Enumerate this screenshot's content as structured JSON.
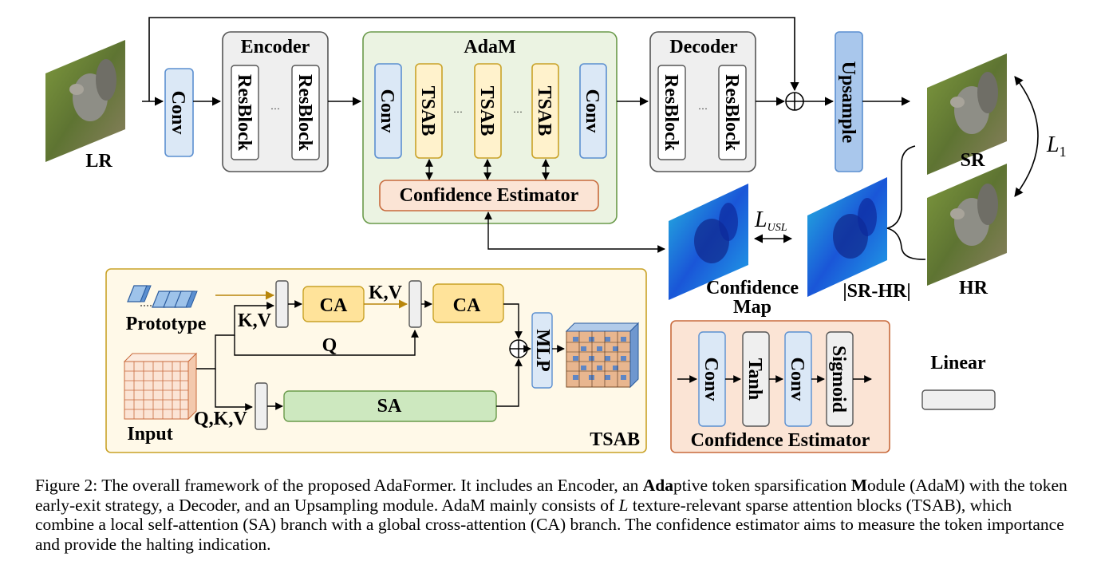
{
  "labels": {
    "lr": "LR",
    "sr": "SR",
    "hr": "HR",
    "l1": "L",
    "l1_sub": "1",
    "lusl": "L",
    "lusl_sub": "USL",
    "encoder": "Encoder",
    "adam": "AdaM",
    "decoder": "Decoder",
    "conv": "Conv",
    "resblock": "ResBlock",
    "tsab": "TSAB",
    "upsample": "Upsample",
    "dots": "···",
    "confidence_estimator": "Confidence Estimator",
    "confidence_map_line1": "Confidence",
    "confidence_map_line2": "Map",
    "sr_hr": "|SR-HR|",
    "prototype": "Prototype",
    "input": "Input",
    "kv": "K,V",
    "q": "Q",
    "qkv": "Q,K,V",
    "ca": "CA",
    "sa": "SA",
    "mlp": "MLP",
    "tsab_title": "TSAB",
    "tanh": "Tanh",
    "sigmoid": "Sigmoid",
    "linear": "Linear"
  },
  "caption": {
    "figure_label": "Figure 2:",
    "p1": " The overall framework of the proposed AdaFormer. It includes an Encoder, an ",
    "ada_bold": "Ada",
    "p2": "ptive token sparsification ",
    "m_bold": "M",
    "p3": "odule (AdaM) with the token early-exit strategy, a Decoder, and an Upsampling module. AdaM mainly consists of ",
    "l_italic": "L",
    "p4": " texture-relevant sparse attention blocks (TSAB), which combine a local self-attention (SA) branch with a global cross-attention (CA) branch. The confidence estimator aims to measure the token importance and provide the halting indication."
  },
  "colors": {
    "conv_fill": "#dbe8f6",
    "conv_stroke": "#5b8fd0",
    "tsab_fill": "#fff2cc",
    "tsab_stroke": "#c9a227",
    "gray_fill": "#efefef",
    "gray_stroke": "#555555",
    "adam_fill": "#ebf3e2",
    "adam_stroke": "#6a9a4a",
    "ce_fill": "#fbe4d5",
    "ce_stroke": "#c86a3c",
    "upsample_fill": "#a9c7ec",
    "tsab_panel_fill": "#fff9e8",
    "tsab_panel_stroke": "#c9a227",
    "ca_fill": "#ffe39a",
    "sa_fill": "#cde8bf",
    "mlp_fill": "#dbe8f6"
  }
}
